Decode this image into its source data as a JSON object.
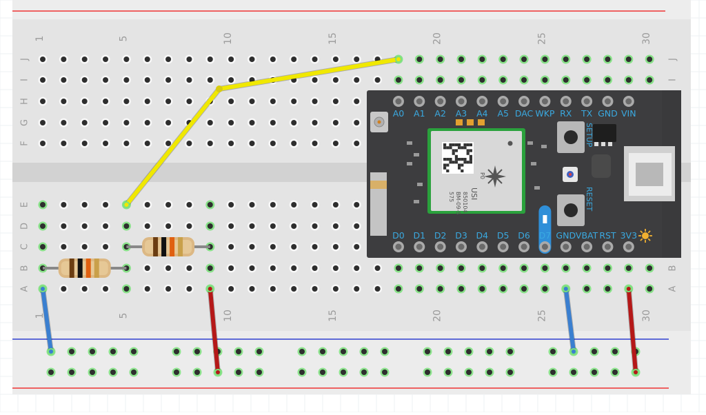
{
  "breadboard": {
    "column_numbers": [
      "1",
      "5",
      "10",
      "15",
      "20",
      "25",
      "30"
    ],
    "row_letters_top": [
      "J",
      "I",
      "H",
      "G",
      "F"
    ],
    "row_letters_bottom": [
      "E",
      "D",
      "C",
      "B",
      "A"
    ]
  },
  "photon": {
    "top_pin_labels": [
      "A0",
      "A1",
      "A2",
      "A3",
      "A4",
      "A5",
      "DAC",
      "WKP",
      "RX",
      "TX",
      "GND",
      "VIN"
    ],
    "bottom_pin_labels": [
      "D0",
      "D1",
      "D2",
      "D3",
      "D4",
      "D5",
      "D6",
      "D7",
      "GND",
      "VBAT",
      "RST",
      "3V3"
    ],
    "setup_label": "SETUP",
    "reset_label": "RESET",
    "module_text": [
      "P0",
      "USI",
      "850104",
      "BM-09-S",
      "575"
    ]
  },
  "colors": {
    "board": "#e4e4e4",
    "photon_body": "#3d3d3f",
    "pin_label": "#3aa9e0",
    "wire_yellow": "#f0e800",
    "wire_blue": "#3a7fd0",
    "wire_red": "#b51818",
    "rail_red": "#e33",
    "rail_blue": "#2e3fd0",
    "connected_hole": "#7de07d"
  }
}
